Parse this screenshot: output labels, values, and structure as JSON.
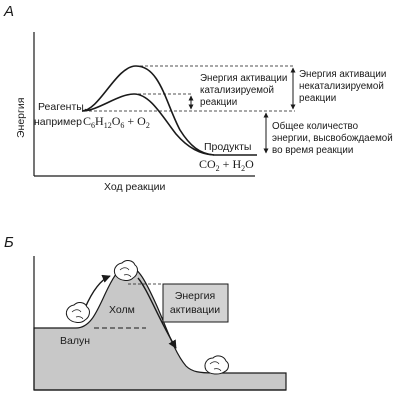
{
  "panel_a": {
    "letter": "А",
    "y_axis_label": "Энергия",
    "x_axis_label": "Ход реакции",
    "reagents_line1": "Реагенты,",
    "reagents_prefix": "например",
    "reagent_formula": {
      "c": "C",
      "c_sub": "6",
      "h": "H",
      "h_sub": "12",
      "o": "O",
      "o_sub": "6",
      "plus": " + ",
      "o2": "O",
      "o2_sub": "2"
    },
    "products_label": "Продукты",
    "product_formula": {
      "co2": "CO",
      "co2_sub": "2",
      "plus": " + ",
      "h": "H",
      "h_sub": "2",
      "o": "O"
    },
    "catalyzed_label": [
      "Энергия активации",
      "катализируемой",
      "реакции"
    ],
    "uncatalyzed_label": [
      "Энергия активации",
      "некатализируемой",
      "реакции"
    ],
    "released_label": [
      "Общее количество",
      "энергии, высвобождаемой",
      "во время реакции"
    ]
  },
  "panel_b": {
    "letter": "Б",
    "hill_label": "Холм",
    "boulder_label": "Валун",
    "activation_box": [
      "Энергия",
      "активации"
    ],
    "colors": {
      "ground": "#c8c8c8",
      "box": "#d2d2d2",
      "boulder": "#ffffff"
    }
  }
}
